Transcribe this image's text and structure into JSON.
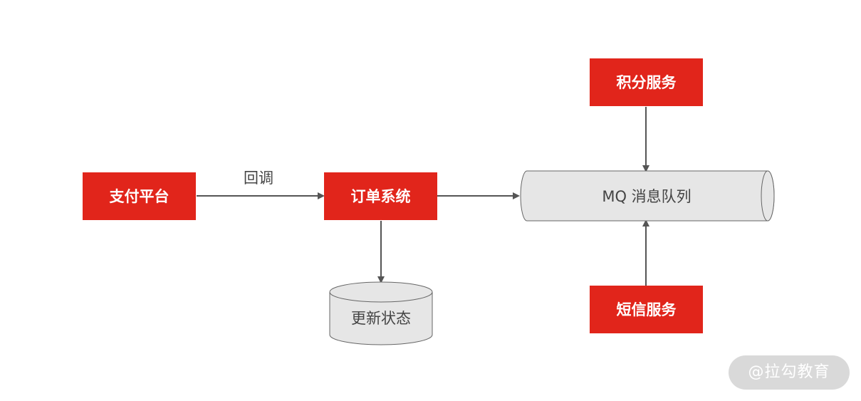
{
  "nodes": {
    "payment_platform": "支付平台",
    "order_system": "订单系统",
    "mq": "MQ 消息队列",
    "points_service": "积分服务",
    "sms_service": "短信服务",
    "update_status": "更新状态"
  },
  "edges": {
    "callback": "回调"
  },
  "watermark": "@拉勾教育",
  "colors": {
    "box": "#e1251b",
    "cylinder": "#e6e6e6",
    "arrow": "#555555"
  }
}
